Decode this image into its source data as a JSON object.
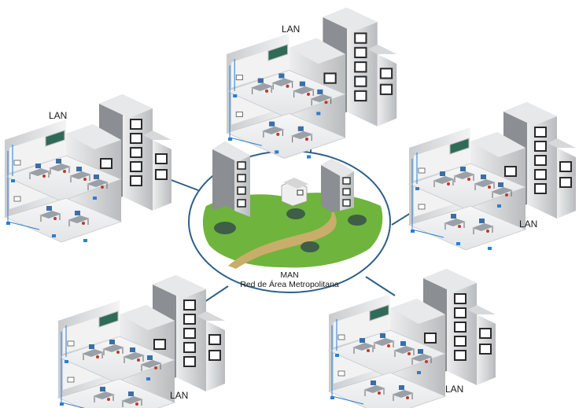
{
  "lans": [
    {
      "label": "LAN"
    },
    {
      "label": "LAN"
    },
    {
      "label": "LAN"
    },
    {
      "label": "LAN"
    },
    {
      "label": "LAN"
    }
  ],
  "man": {
    "title": "MAN",
    "subtitle": "Red de Área Metropolitana"
  },
  "colors": {
    "link": "#2f5f86",
    "grass": "#6fb43c",
    "path": "#c9ad6a",
    "building_light": "#d8d9db",
    "building_dark": "#7d8084",
    "board": "#2f6b57",
    "device": "#2b7fcf",
    "chair": "#c0392b"
  }
}
